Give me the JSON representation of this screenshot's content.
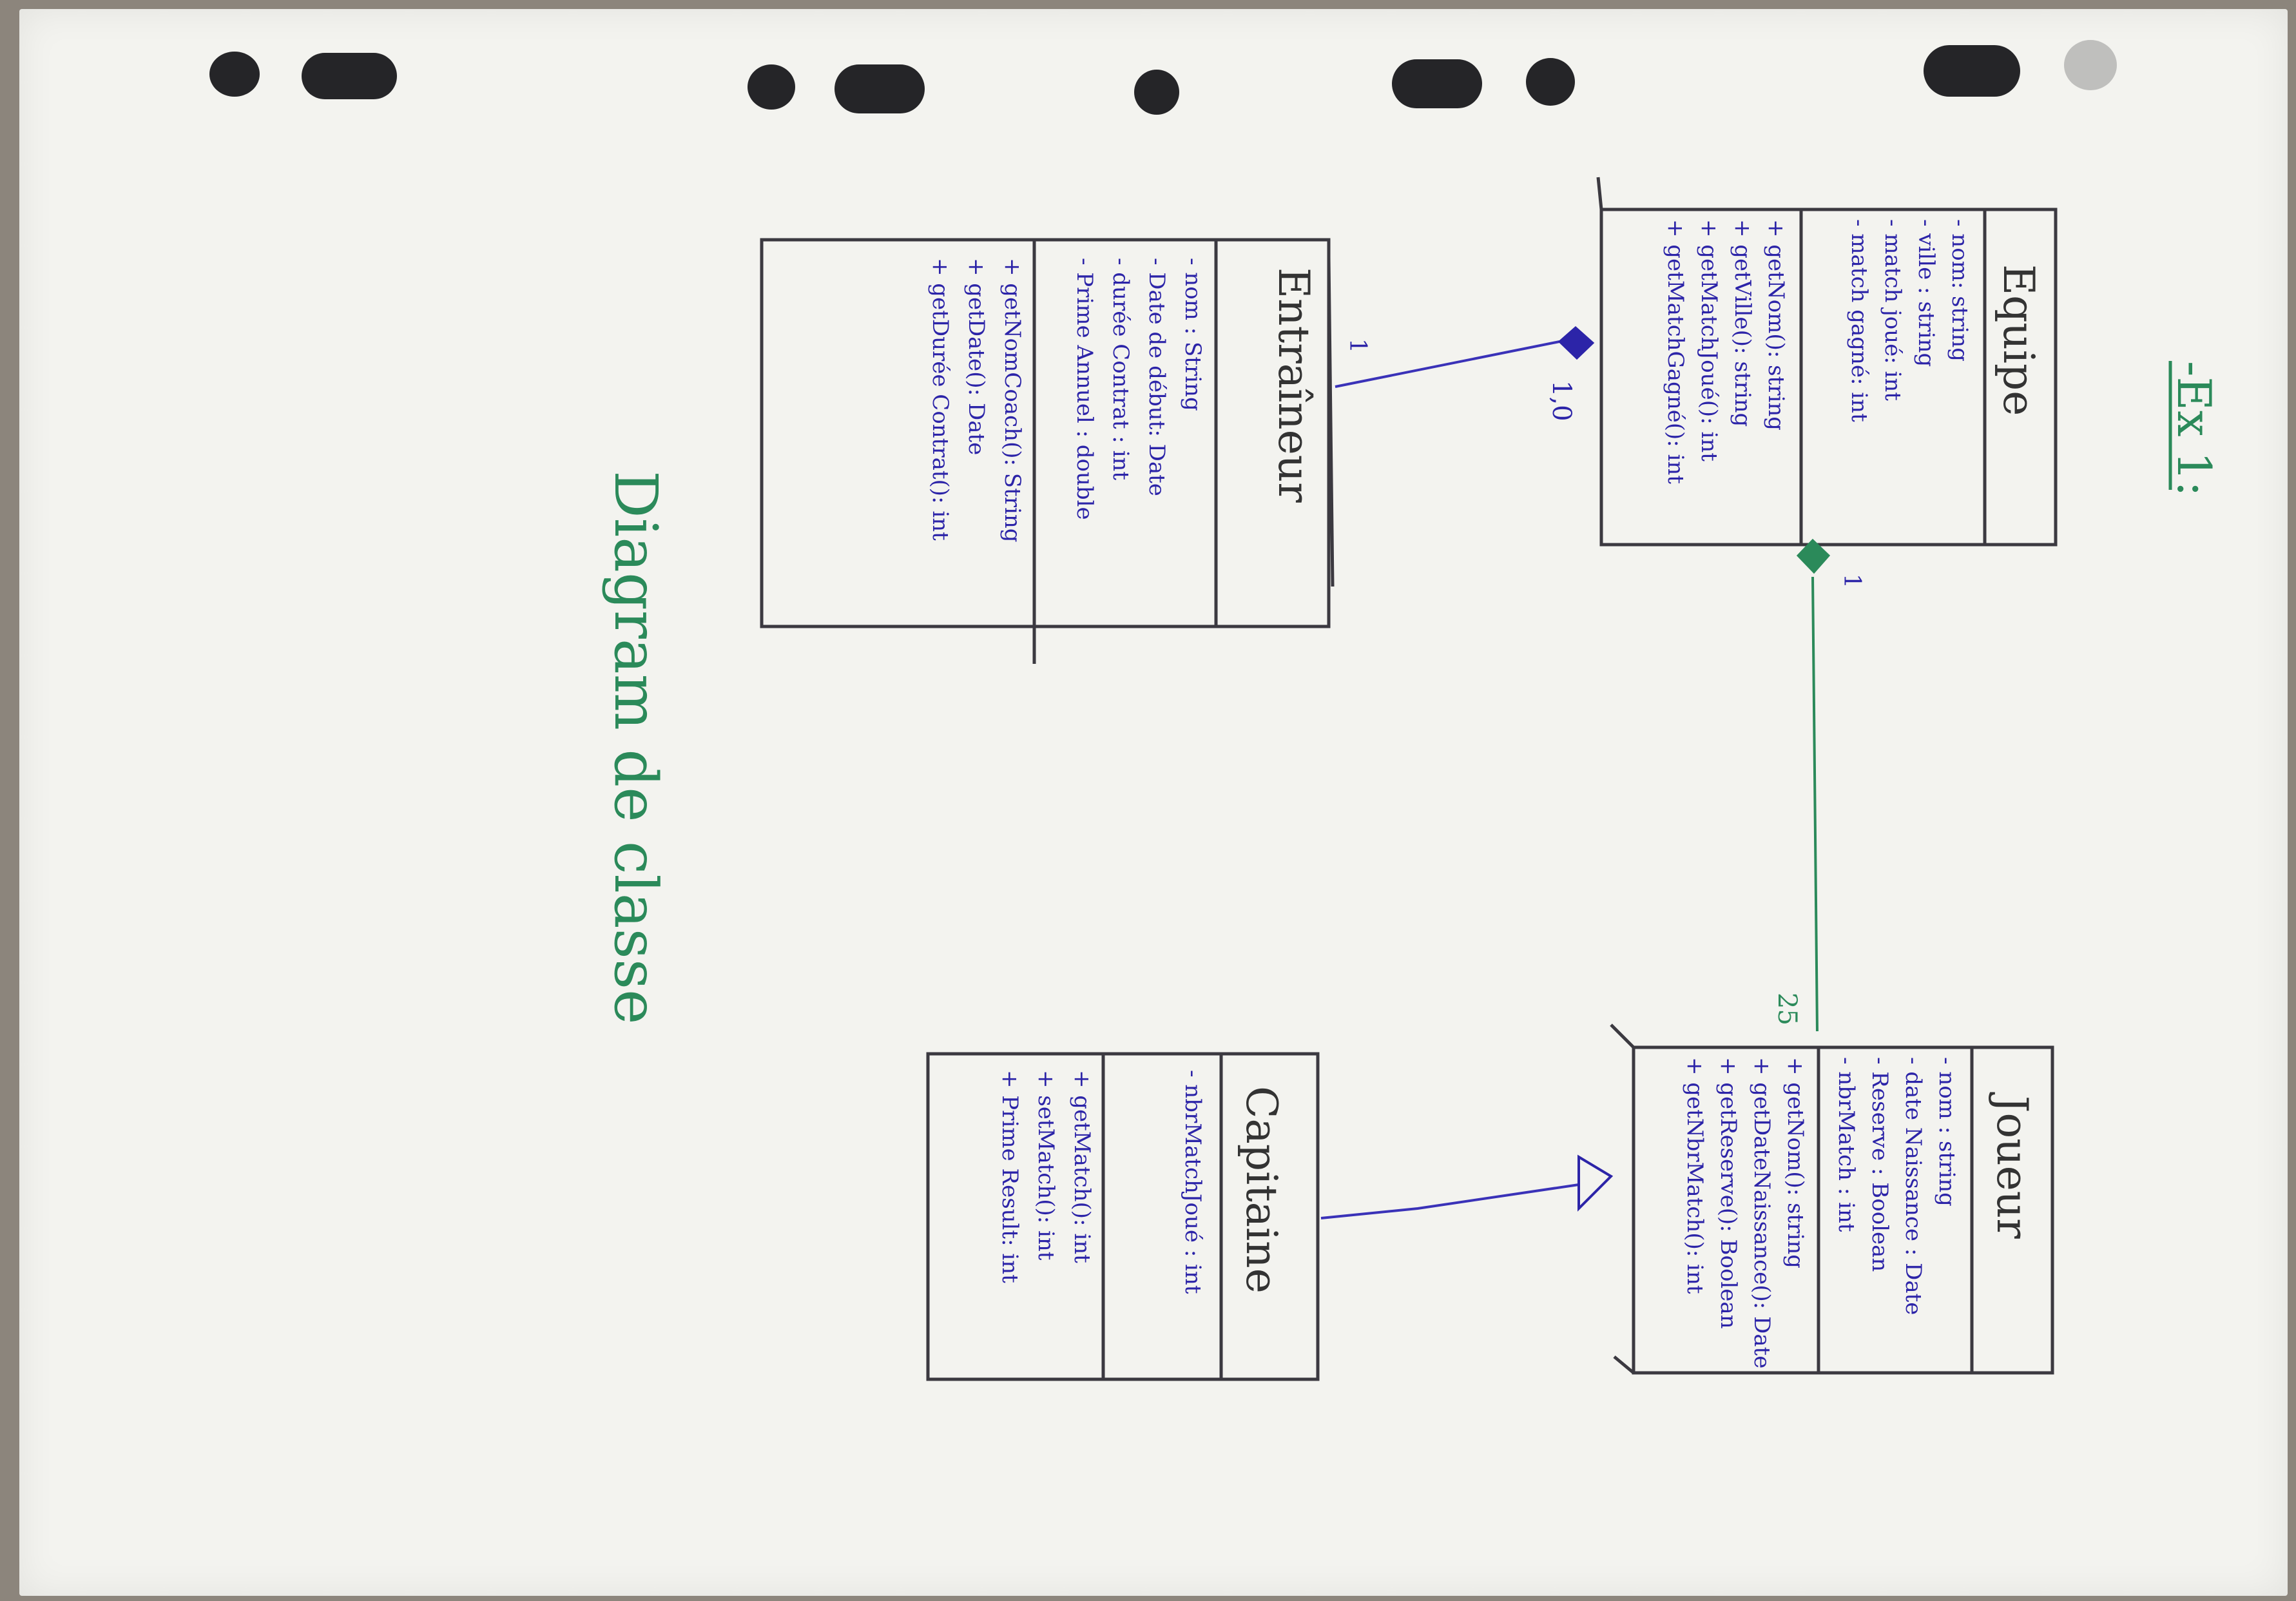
{
  "heading": "-Ex 1:",
  "caption": "Diagram de classe",
  "colors": {
    "paper": "#f3f3ef",
    "blue_ink": "#2c24a8",
    "green_ink": "#2b8a5a",
    "pencil": "#3b3940"
  },
  "classes": {
    "equipe": {
      "name": "Equipe",
      "attributes": [
        "- nom: string",
        "- ville : string",
        "- match joué: int",
        "- match gagné: int"
      ],
      "methods": [
        "+ getNom(): string",
        "+ getVille(): string",
        "+ getMatchJoué(): int",
        "+ getMatchGagné(): int"
      ]
    },
    "entraineur": {
      "name": "Entraîneur",
      "attributes": [
        "- nom : String",
        "- Date de début: Date",
        "- durée Contrat : int",
        "- Prime Annuel : double"
      ],
      "methods": [
        "+ getNomCoach(): String",
        "+ getDate(): Date",
        "+ getDurée Contrat(): int"
      ]
    },
    "joueur": {
      "name": "Joueur",
      "attributes": [
        "- nom : string",
        "- date Naissance : Date",
        "- Reserve : Boolean",
        "- nbrMatch : int"
      ],
      "methods": [
        "+ getNom(): string",
        "+ getDateNaissance(): Date",
        "+ getReserve(): Boolean",
        "+ getNbrMatch(): int"
      ]
    },
    "capitaine": {
      "name": "Capitaine",
      "attributes": [
        "- nbrMatchJoué : int"
      ],
      "methods": [
        "+ getMatch(): int",
        "+ setMatch(): int",
        "+ Prime Result: int"
      ]
    }
  },
  "multiplicities": {
    "equipe_entraineur_equipe_side": "1,0",
    "equipe_entraineur_entraineur_side": "1",
    "equipe_joueur_equipe_side": "1",
    "equipe_joueur_joueur_side": "25"
  }
}
